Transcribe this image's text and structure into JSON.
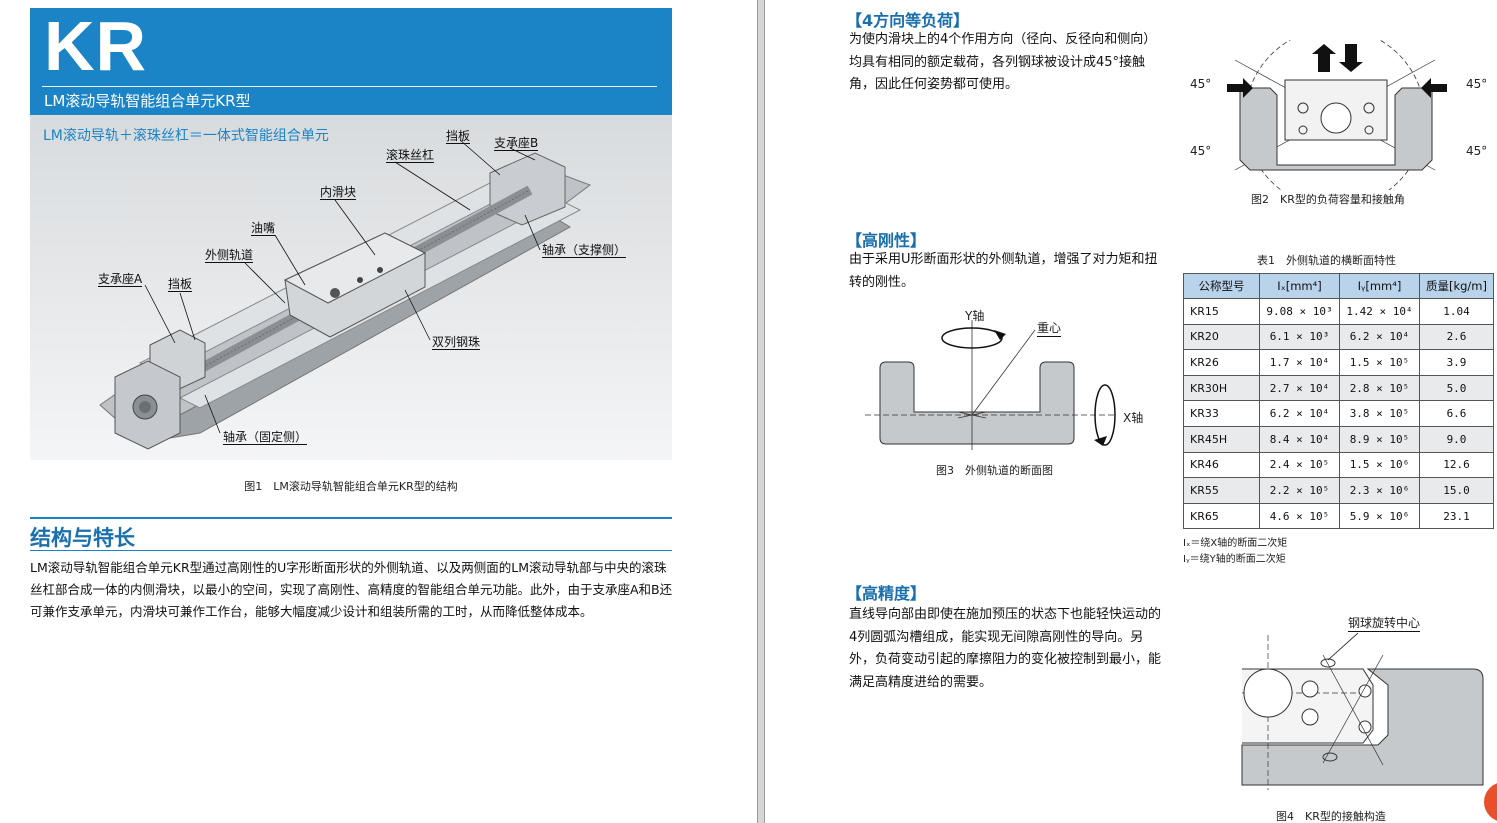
{
  "left": {
    "code": "KR",
    "subtitle": "LM滚动导轨智能组合单元KR型",
    "figure_tag": "LM滚动导轨＋滚珠丝杠＝一体式智能组合单元",
    "callouts": {
      "stopper_top": "挡板",
      "support_b": "支承座B",
      "ball_screw": "滚珠丝杠",
      "inner_block": "内滑块",
      "grease_nipple": "油嘴",
      "outer_rail": "外侧轨道",
      "support_a": "支承座A",
      "stopper_left": "挡板",
      "bearing_support": "轴承（支撑侧）",
      "double_row_balls": "双列钢珠",
      "bearing_fixed": "轴承（固定侧）"
    },
    "figure_caption": "图1　LM滚动导轨智能组合单元KR型的结构",
    "section_title": "结构与特长",
    "section_text": "LM滚动导轨智能组合单元KR型通过高刚性的U字形断面形状的外侧轨道、以及两侧面的LM滚动导轨部与中央的滚珠丝杠部合成一体的内侧滑块，以最小的空间，实现了高刚性、高精度的智能组合单元功能。此外，由于支承座A和B还可兼作支承单元，内滑块可兼作工作台，能够大幅度减少设计和组装所需的工时，从而降低整体成本。"
  },
  "right": {
    "load": {
      "heading": "【4方向等负荷】",
      "text": "为使内滑块上的4个作用方向（径向、反径向和侧向）均具有相同的额定载荷，各列钢球被设计成45°接触角，因此任何姿势都可使用。",
      "angle_labels": [
        "45°",
        "45°",
        "45°",
        "45°"
      ],
      "caption": "图2　KR型的负荷容量和接触角"
    },
    "rigidity": {
      "heading": "【高刚性】",
      "text": "由于采用U形断面形状的外侧轨道，增强了对力矩和扭转的刚性。",
      "y_axis": "Y轴",
      "x_axis": "X轴",
      "centroid": "重心",
      "caption": "图3　外侧轨道的断面图"
    },
    "table": {
      "caption": "表1　外侧轨道的横断面特性",
      "headers": [
        "公称型号",
        "Iₓ[mm⁴]",
        "Iᵧ[mm⁴]",
        "质量[kg/m]"
      ],
      "rows": [
        [
          "KR15",
          "9.08 × 10³",
          "1.42 × 10⁴",
          "1.04"
        ],
        [
          "KR20",
          "6.1 × 10³",
          "6.2 × 10⁴",
          "2.6"
        ],
        [
          "KR26",
          "1.7 × 10⁴",
          "1.5 × 10⁵",
          "3.9"
        ],
        [
          "KR30H",
          "2.7 × 10⁴",
          "2.8 × 10⁵",
          "5.0"
        ],
        [
          "KR33",
          "6.2 × 10⁴",
          "3.8 × 10⁵",
          "6.6"
        ],
        [
          "KR45H",
          "8.4 × 10⁴",
          "8.9 × 10⁵",
          "9.0"
        ],
        [
          "KR46",
          "2.4 × 10⁵",
          "1.5 × 10⁶",
          "12.6"
        ],
        [
          "KR55",
          "2.2 × 10⁵",
          "2.3 × 10⁶",
          "15.0"
        ],
        [
          "KR65",
          "4.6 × 10⁵",
          "5.9 × 10⁶",
          "23.1"
        ]
      ],
      "notes": [
        "Iₓ＝绕X轴的断面二次矩",
        "Iᵧ＝绕Y轴的断面二次矩"
      ]
    },
    "precision": {
      "heading": "【高精度】",
      "text": "直线导向部由即使在施加预压的状态下也能轻快运动的4列圆弧沟槽组成，能实现无间隙高刚性的导向。另外，负荷变动引起的摩擦阻力的变化被控制到最小，能满足高精度进给的需要。",
      "callout": "钢球旋转中心",
      "caption": "图4　KR型的接触构造"
    }
  }
}
